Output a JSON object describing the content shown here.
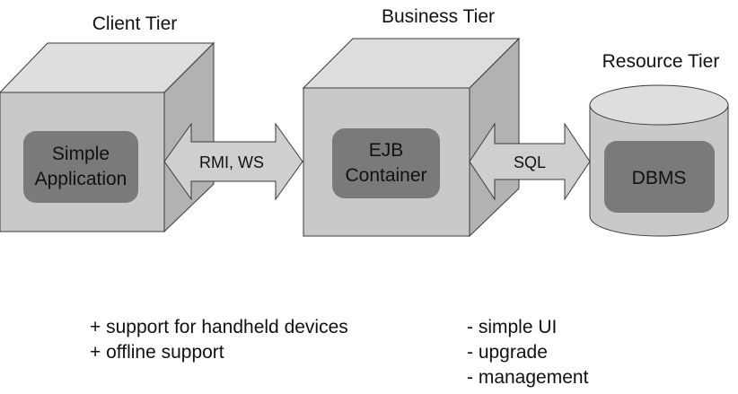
{
  "tiers": {
    "client": {
      "title": "Client Tier",
      "component": [
        "Simple",
        "Application"
      ]
    },
    "business": {
      "title": "Business Tier",
      "component": [
        "EJB",
        "Container"
      ]
    },
    "resource": {
      "title": "Resource Tier",
      "component": [
        "DBMS"
      ]
    }
  },
  "connections": {
    "client_business": "RMI, WS",
    "business_resource": "SQL"
  },
  "notes": {
    "pros": [
      "+ support for handheld devices",
      "+ offline support"
    ],
    "cons": [
      "- simple UI",
      "- upgrade",
      "- management"
    ]
  },
  "colors": {
    "cube_front": "#c9c9c9",
    "cube_top": "#dedede",
    "cube_side": "#b2b2b2",
    "component_box": "#7a7a7a",
    "arrow_fill": "#cfcfcf",
    "outline": "#3a3a3a"
  }
}
